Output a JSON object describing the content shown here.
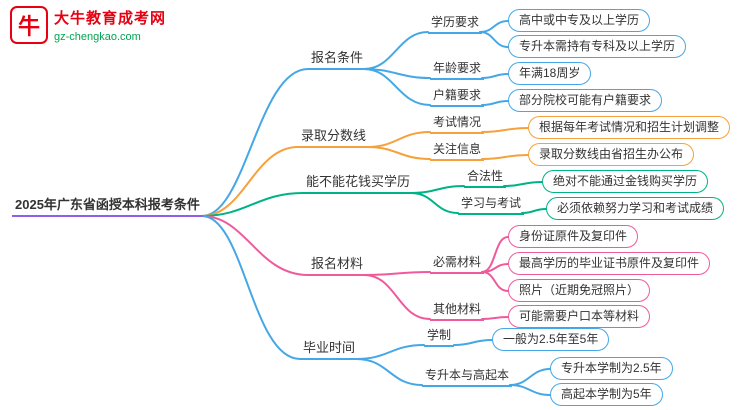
{
  "logo": {
    "site_name": "大牛教育成考网",
    "site_url": "gz-chengkao.com",
    "icon_glyph": "牛",
    "brand_color": "#e60012",
    "url_color": "#00a651"
  },
  "root_label": "2025年广东省函授本科报考条件",
  "colors": {
    "blue": "#45a7e6",
    "orange": "#f6a13b",
    "green": "#00b386",
    "pink": "#ef5a9d",
    "purple": "#8f5fe8"
  },
  "branches": [
    {
      "label": "报名条件",
      "color": "#45a7e6",
      "children": [
        {
          "label": "学历要求",
          "leaves": [
            "高中或中专及以上学历",
            "专升本需持有专科及以上学历"
          ]
        },
        {
          "label": "年龄要求",
          "leaves": [
            "年满18周岁"
          ]
        },
        {
          "label": "户籍要求",
          "leaves": [
            "部分院校可能有户籍要求"
          ]
        }
      ]
    },
    {
      "label": "录取分数线",
      "color": "#f6a13b",
      "children": [
        {
          "label": "考试情况",
          "leaves": [
            "根据每年考试情况和招生计划调整"
          ]
        },
        {
          "label": "关注信息",
          "leaves": [
            "录取分数线由省招生办公布"
          ]
        }
      ]
    },
    {
      "label": "能不能花钱买学历",
      "color": "#00b386",
      "children": [
        {
          "label": "合法性",
          "leaves": [
            "绝对不能通过金钱购买学历"
          ]
        },
        {
          "label": "学习与考试",
          "leaves": [
            "必须依赖努力学习和考试成绩"
          ]
        }
      ]
    },
    {
      "label": "报名材料",
      "color": "#ef5a9d",
      "children": [
        {
          "label": "必需材料",
          "leaves": [
            "身份证原件及复印件",
            "最高学历的毕业证书原件及复印件",
            "照片（近期免冠照片）"
          ]
        },
        {
          "label": "其他材料",
          "leaves": [
            "可能需要户口本等材料"
          ]
        }
      ]
    },
    {
      "label": "毕业时间",
      "color": "#45a7e6",
      "children": [
        {
          "label": "学制",
          "leaves": [
            "一般为2.5年至5年"
          ]
        },
        {
          "label": "专升本与高起本",
          "leaves": [
            "专升本学制为2.5年",
            "高起本学制为5年"
          ]
        }
      ]
    }
  ]
}
